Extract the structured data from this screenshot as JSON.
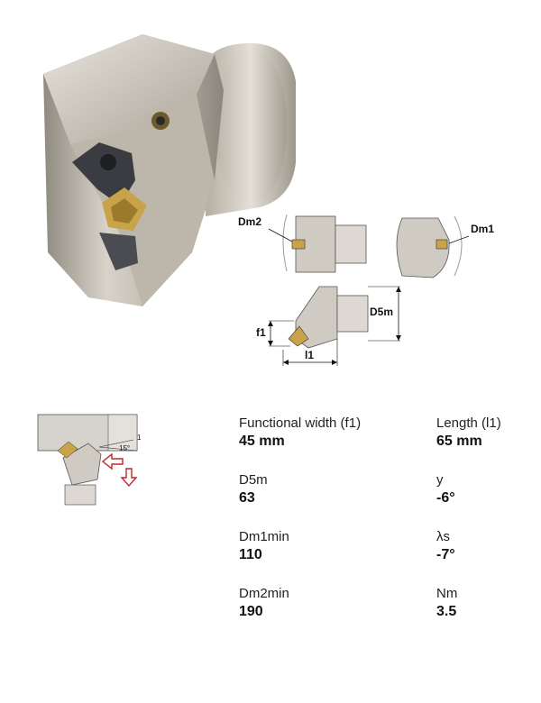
{
  "diagram": {
    "labels": {
      "dm2": "Dm2",
      "dm1": "Dm1",
      "d5m": "D5m",
      "f1": "f1",
      "l1": "l1"
    }
  },
  "mini_diagram": {
    "angle_label": "15°",
    "mark_label": "1"
  },
  "specs": [
    {
      "label": "Functional width (f1)",
      "value": "45 mm"
    },
    {
      "label": "Length (l1)",
      "value": "65 mm"
    },
    {
      "label": "D5m",
      "value": "63"
    },
    {
      "label": "y",
      "value": "-6°"
    },
    {
      "label": "Dm1min",
      "value": "110"
    },
    {
      "label": "λs",
      "value": "-7°"
    },
    {
      "label": "Dm2min",
      "value": "190"
    },
    {
      "label": "Nm",
      "value": "3.5"
    }
  ],
  "colors": {
    "steel": "#c9c3b8",
    "insert_gold": "#c8a34a",
    "arrow_red": "#c0262d"
  }
}
